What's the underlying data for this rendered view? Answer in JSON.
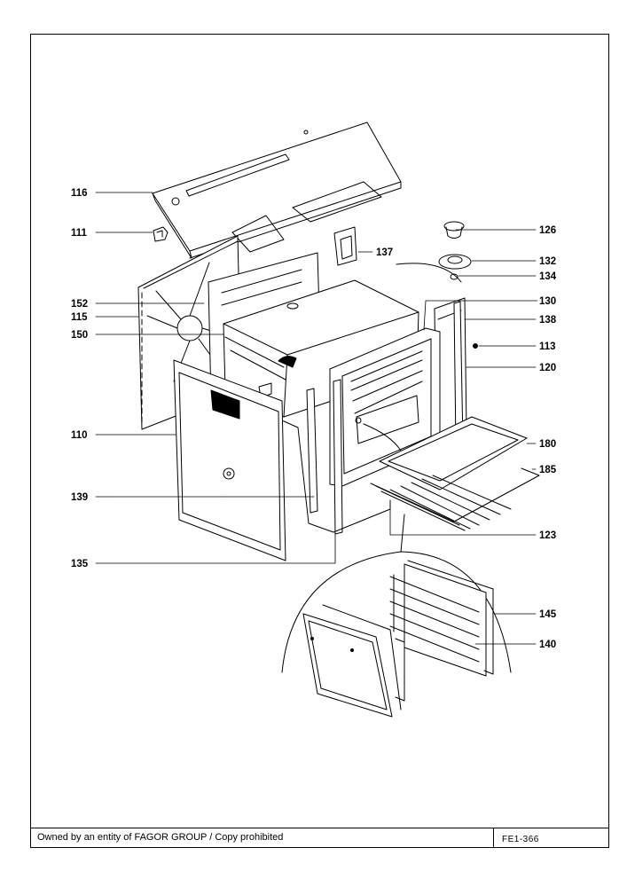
{
  "footer": {
    "owner": "Owned by an entity of FAGOR GROUP / Copy prohibited",
    "code": "FE1-366"
  },
  "callouts": {
    "c116": "116",
    "c111": "111",
    "c137": "137",
    "c126": "126",
    "c132": "132",
    "c134": "134",
    "c152": "152",
    "c115": "115",
    "c150": "150",
    "c130": "130",
    "c138": "138",
    "c113": "113",
    "c120": "120",
    "c110": "110",
    "c180": "180",
    "c185": "185",
    "c139": "139",
    "c123": "123",
    "c135": "135",
    "c145": "145",
    "c140": "140"
  },
  "colors": {
    "line": "#000000",
    "background": "#ffffff",
    "shade": "#dcdcdc"
  }
}
